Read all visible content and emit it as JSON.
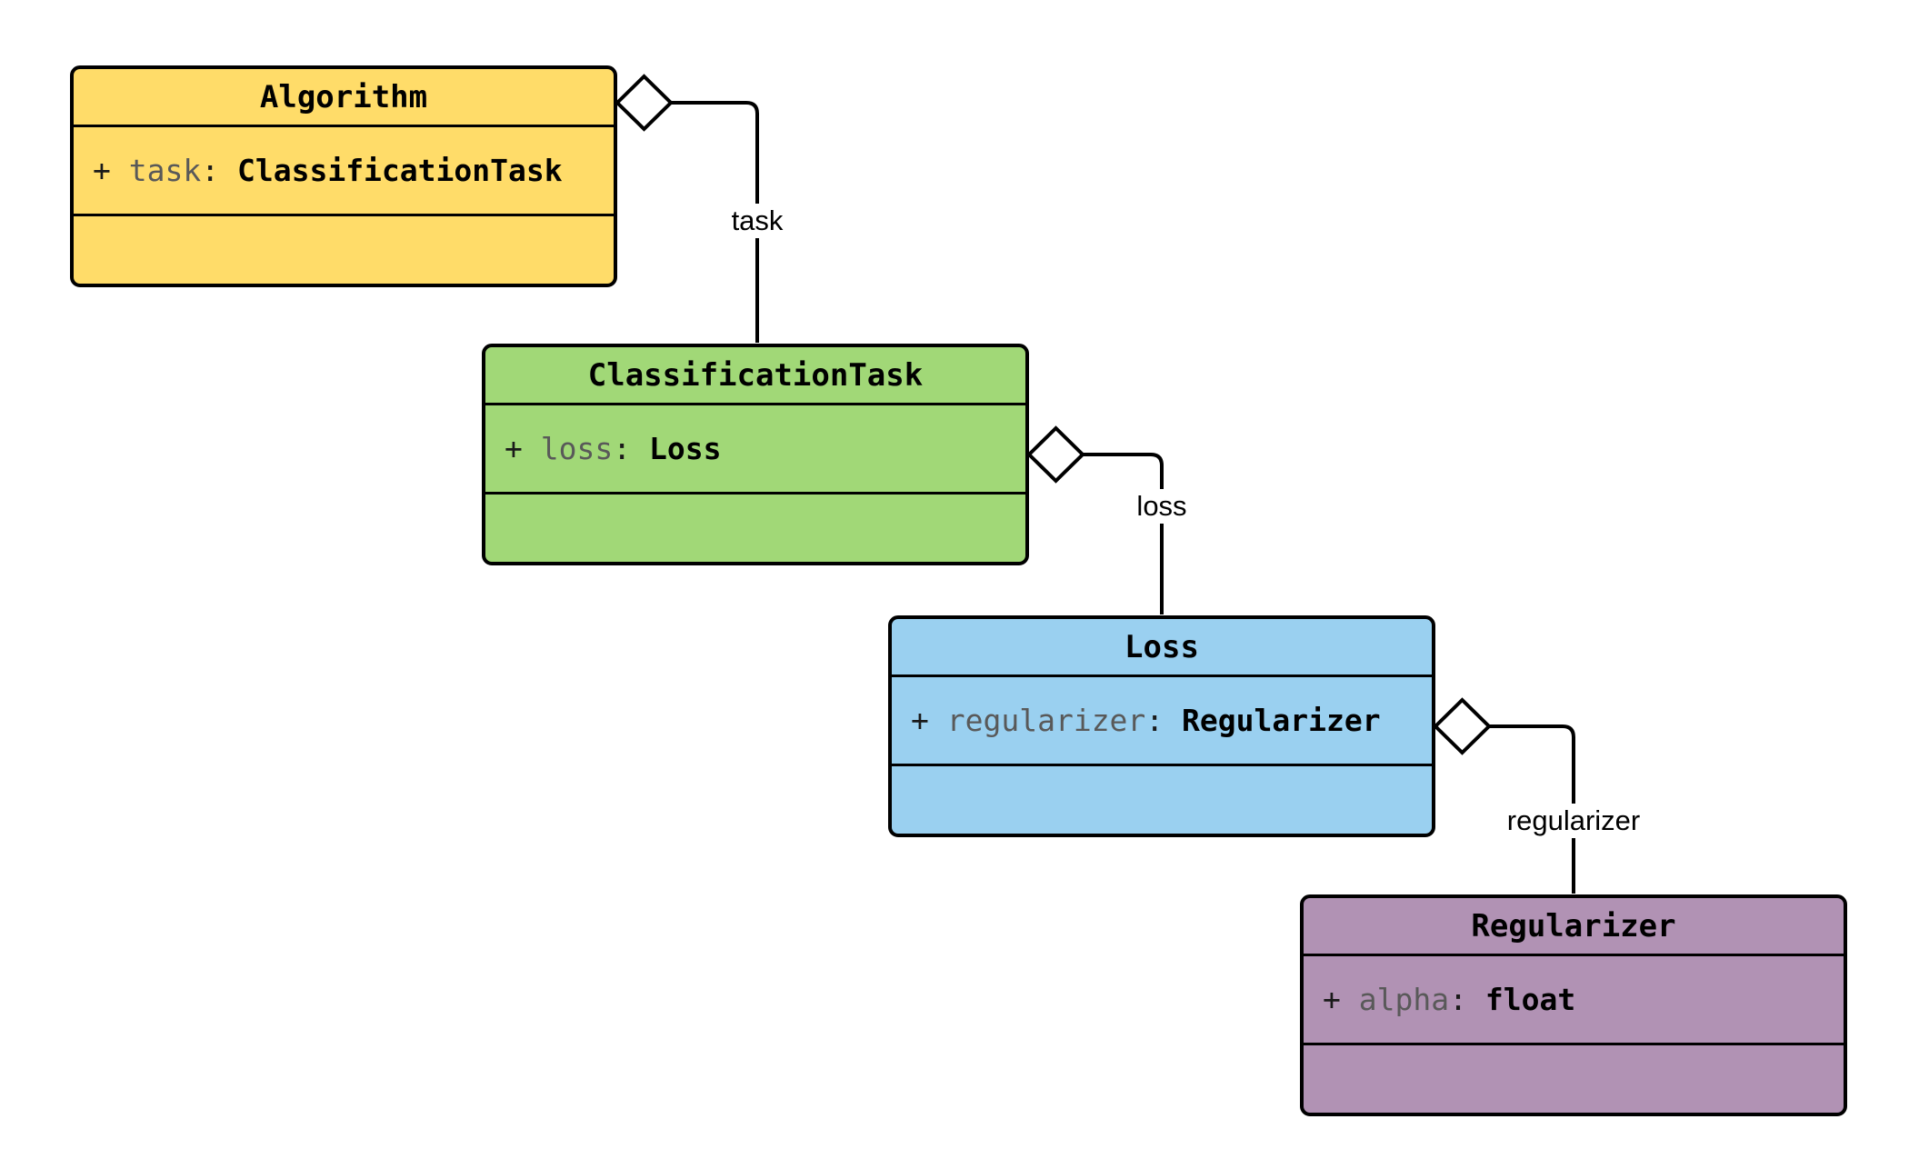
{
  "diagram": {
    "type": "uml-class-diagram",
    "background_color": "#ffffff",
    "border_color": "#000000",
    "attr_name_color": "#595959",
    "attr_type_color": "#000000",
    "classes": [
      {
        "title": "Algorithm",
        "fill": "#FFDC69",
        "attributes": [
          {
            "visibility": "+ ",
            "name": "task",
            "colon": ": ",
            "type": "ClassificationTask"
          }
        ]
      },
      {
        "title": "ClassificationTask",
        "fill": "#A1D877",
        "attributes": [
          {
            "visibility": "+ ",
            "name": "loss",
            "colon": ": ",
            "type": "Loss"
          }
        ]
      },
      {
        "title": "Loss",
        "fill": "#9AD0F0",
        "attributes": [
          {
            "visibility": "+ ",
            "name": "regularizer",
            "colon": ": ",
            "type": "Regularizer"
          }
        ]
      },
      {
        "title": "Regularizer",
        "fill": "#B192B4",
        "attributes": [
          {
            "visibility": "+ ",
            "name": "alpha",
            "colon": ": ",
            "type": "float"
          }
        ]
      }
    ],
    "relations": [
      {
        "label": "task",
        "from": "Algorithm",
        "to": "ClassificationTask",
        "kind": "aggregation"
      },
      {
        "label": "loss",
        "from": "ClassificationTask",
        "to": "Loss",
        "kind": "aggregation"
      },
      {
        "label": "regularizer",
        "from": "Loss",
        "to": "Regularizer",
        "kind": "aggregation"
      }
    ]
  }
}
